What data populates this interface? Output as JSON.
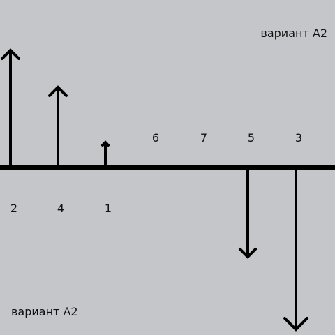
{
  "caption_top": "вариант A2",
  "caption_bottom": "вариант A2",
  "arrows": [
    {
      "label": "2",
      "direction": "up",
      "magnitude": 165
    },
    {
      "label": "4",
      "direction": "up",
      "magnitude": 112
    },
    {
      "label": "1",
      "direction": "up",
      "magnitude": 33
    },
    {
      "label": "6",
      "direction": "none",
      "magnitude": 0
    },
    {
      "label": "7",
      "direction": "none",
      "magnitude": 0
    },
    {
      "label": "5",
      "direction": "down",
      "magnitude": 125
    },
    {
      "label": "3",
      "direction": "down",
      "magnitude": 229
    }
  ],
  "colors": {
    "background": "#c5c6c9",
    "stroke": "#000000",
    "text": "#111111"
  }
}
